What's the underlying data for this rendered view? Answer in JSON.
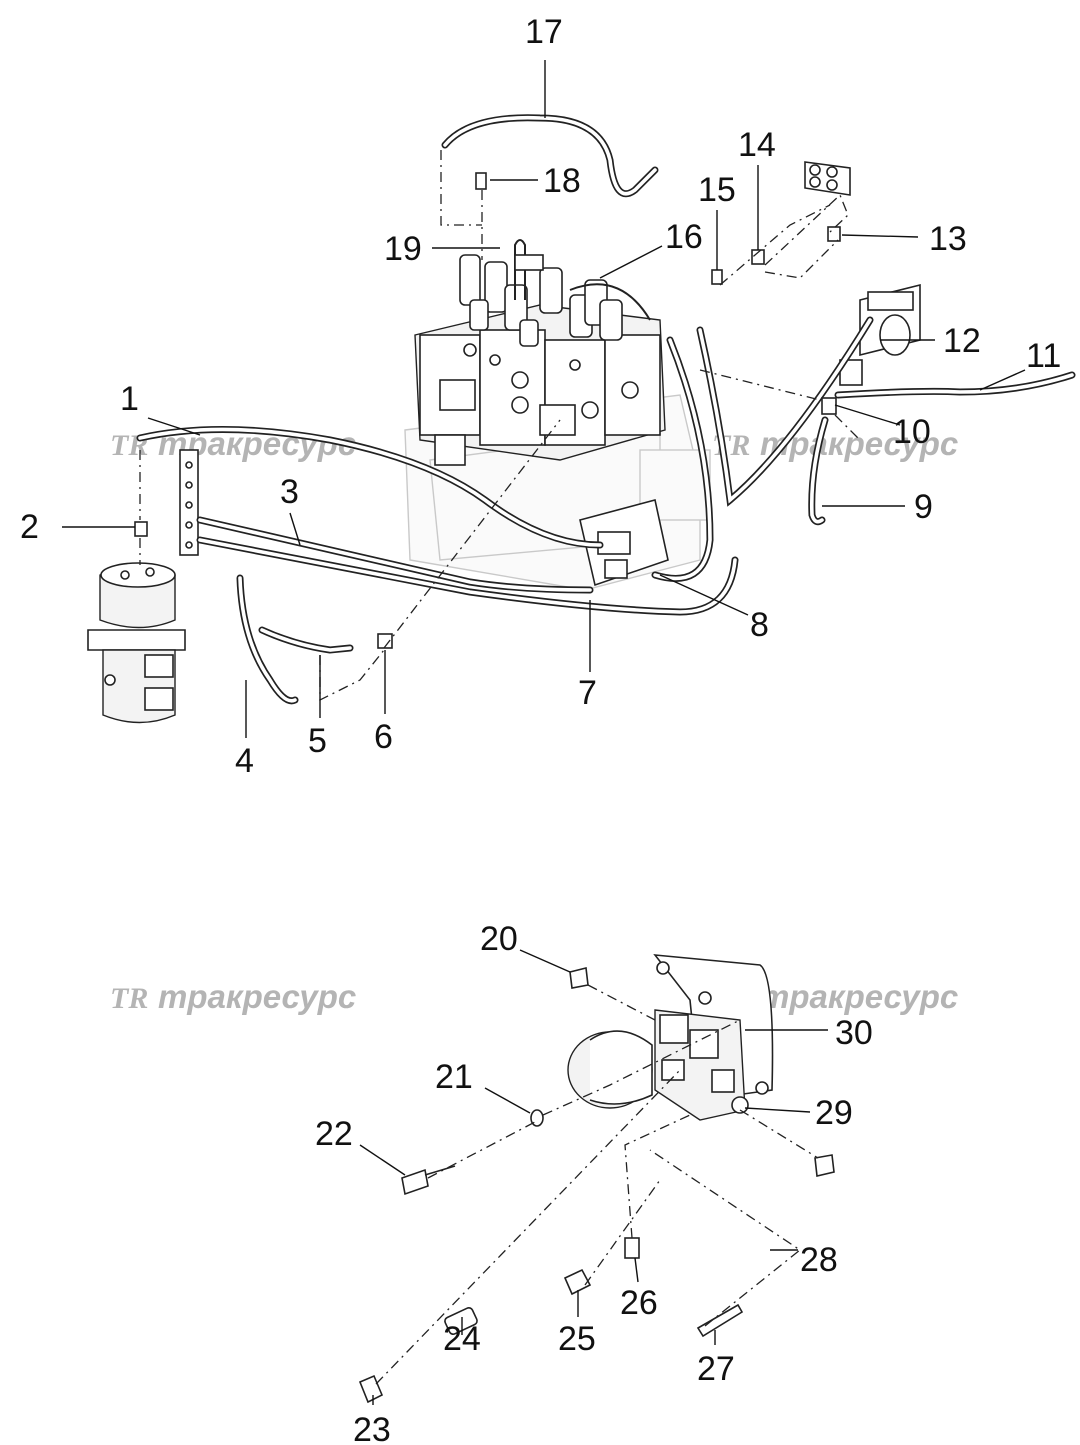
{
  "watermark": {
    "logo_text": "TR",
    "brand_text": "тракресурс"
  },
  "callouts": [
    "1",
    "2",
    "3",
    "4",
    "5",
    "6",
    "7",
    "8",
    "9",
    "10",
    "11",
    "12",
    "13",
    "14",
    "15",
    "16",
    "17",
    "18",
    "19",
    "20",
    "21",
    "22",
    "23",
    "24",
    "25",
    "26",
    "27",
    "28",
    "29",
    "30"
  ]
}
